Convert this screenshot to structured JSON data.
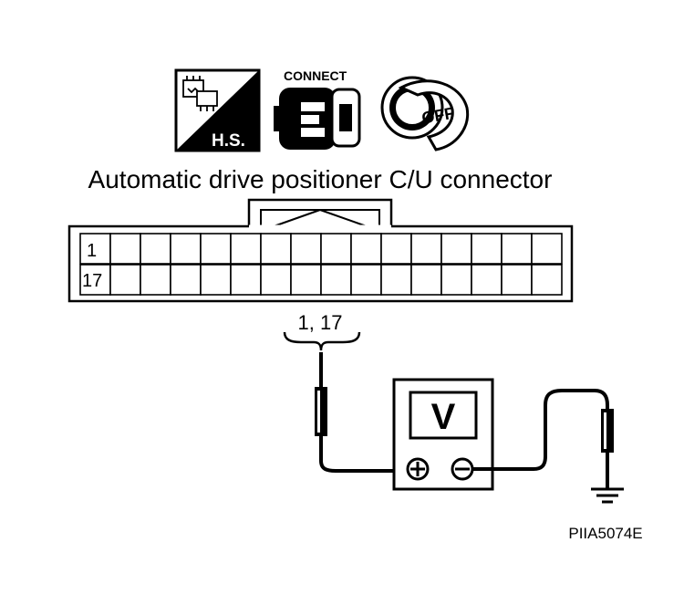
{
  "icons": {
    "harness_label": "H.S.",
    "connect_label": "CONNECT",
    "ignition_label": "OFF"
  },
  "title": "Automatic drive positioner C/U connector",
  "connector": {
    "pin_label_top": "1",
    "pin_label_bottom": "17"
  },
  "measure_label": "1, 17",
  "meter_label": "V",
  "ref_code": "PIIA5074E"
}
